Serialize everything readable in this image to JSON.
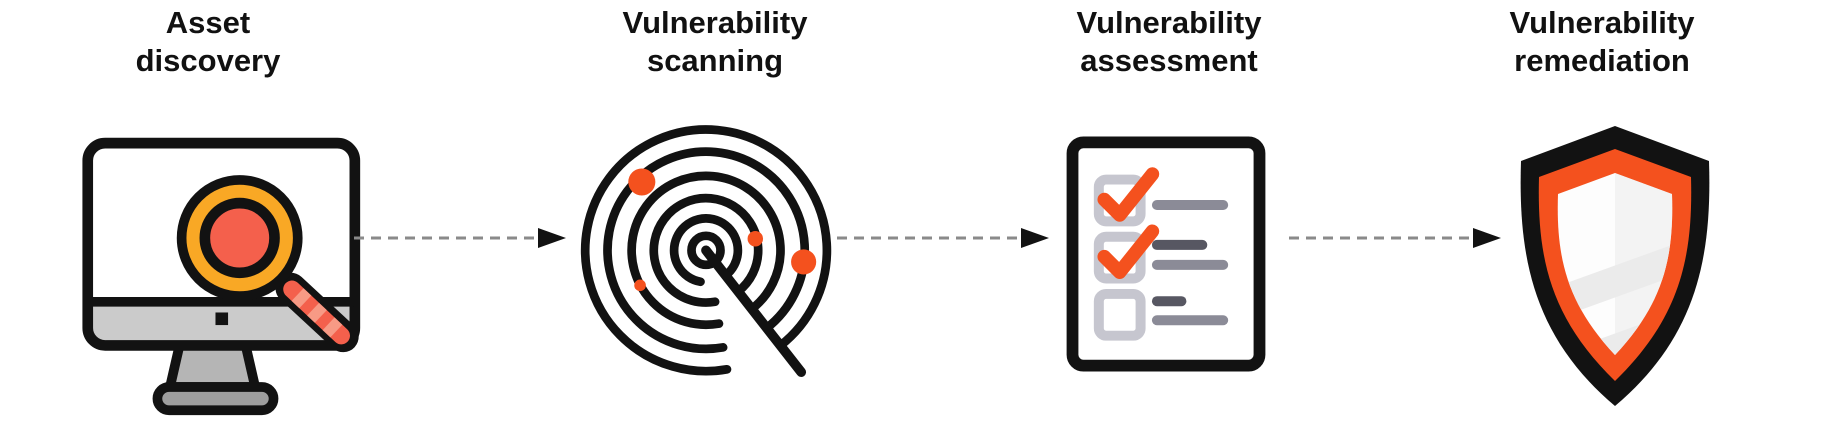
{
  "diagram": {
    "type": "process-flow",
    "stages": [
      {
        "id": "asset-discovery",
        "label_line1": "Asset",
        "label_line2": "discovery",
        "icon": "monitor-magnifier-icon"
      },
      {
        "id": "vulnerability-scanning",
        "label_line1": "Vulnerability",
        "label_line2": "scanning",
        "icon": "radar-scan-icon"
      },
      {
        "id": "vulnerability-assessment",
        "label_line1": "Vulnerability",
        "label_line2": "assessment",
        "icon": "checklist-icon"
      },
      {
        "id": "vulnerability-remediation",
        "label_line1": "Vulnerability",
        "label_line2": "remediation",
        "icon": "shield-icon"
      }
    ],
    "connectors": [
      {
        "from": "asset-discovery",
        "to": "vulnerability-scanning",
        "style": "dashed-arrow"
      },
      {
        "from": "vulnerability-scanning",
        "to": "vulnerability-assessment",
        "style": "dashed-arrow"
      },
      {
        "from": "vulnerability-assessment",
        "to": "vulnerability-remediation",
        "style": "dashed-arrow"
      }
    ],
    "colors": {
      "text": "#111111",
      "outline_black": "#121212",
      "accent_orange": "#f4511e",
      "accent_coral": "#f4604c",
      "accent_coral_light": "#f79a85",
      "accent_amber": "#f9a825",
      "monitor_gray": "#cbcbcb",
      "stand_gray": "#b5b5b5",
      "base_gray": "#9e9e9e",
      "checkbox_gray": "#c6c6cf",
      "line_gray_mid": "#8b8b97",
      "line_gray_dark": "#575762",
      "shield_shade": "#ebebeb",
      "connector_gray": "#8a8a8a"
    }
  }
}
